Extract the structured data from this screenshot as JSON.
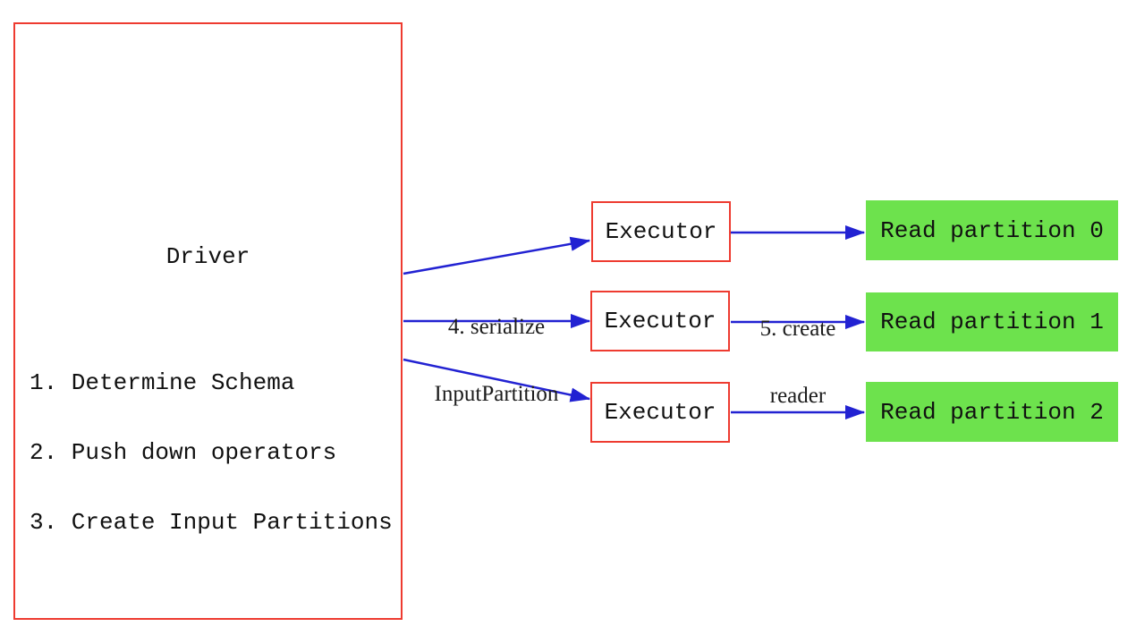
{
  "diagram": {
    "driver": {
      "title": "Driver",
      "steps": [
        "1. Determine Schema",
        "2. Push down operators",
        "3. Create Input Partitions"
      ]
    },
    "executors": [
      {
        "label": "Executor"
      },
      {
        "label": "Executor"
      },
      {
        "label": "Executor"
      }
    ],
    "partitions": [
      {
        "label": "Read partition 0"
      },
      {
        "label": "Read partition 1"
      },
      {
        "label": "Read partition 2"
      }
    ],
    "edge_labels": {
      "serialize": {
        "line1": "4. serialize",
        "line2": "InputPartition"
      },
      "create_reader": {
        "line1": "5. create",
        "line2": "reader"
      }
    },
    "colors": {
      "box_border": "#ee3b30",
      "arrow": "#2222d2",
      "partition_fill": "#6de24d"
    }
  }
}
